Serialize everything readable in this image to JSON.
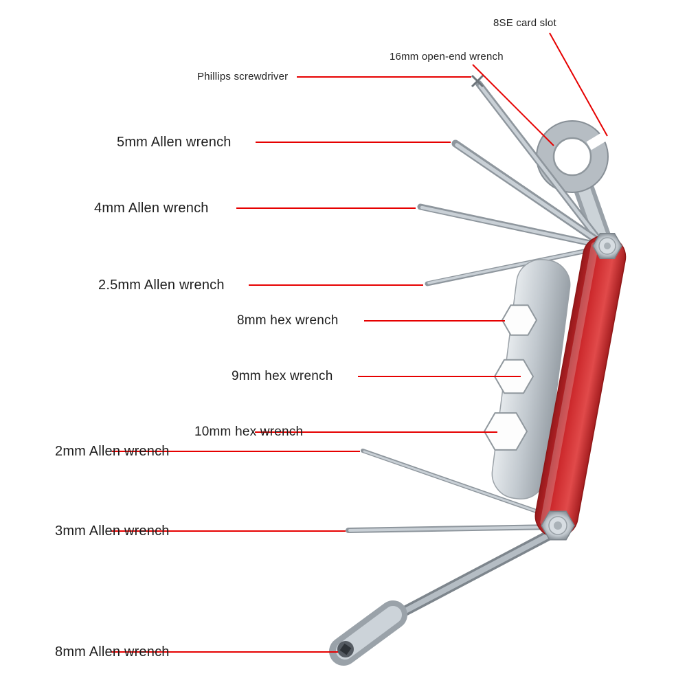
{
  "diagram": {
    "colors": {
      "leader_line": "#e60000",
      "label_text": "#1d1d1d",
      "handle_red": "#cd2a2d",
      "metal_gray": "#b7bec4",
      "background": "#ffffff"
    },
    "labels": [
      {
        "text": "8SE card slot"
      },
      {
        "text": "16mm open-end wrench"
      },
      {
        "text": "Phillips screwdriver"
      },
      {
        "text": "5mm Allen wrench"
      },
      {
        "text": "4mm Allen wrench"
      },
      {
        "text": "2.5mm Allen wrench"
      },
      {
        "text": "8mm hex wrench"
      },
      {
        "text": "9mm hex wrench"
      },
      {
        "text": "10mm hex wrench"
      },
      {
        "text": "2mm Allen wrench"
      },
      {
        "text": "3mm Allen wrench"
      },
      {
        "text": "8mm Allen wrench"
      }
    ]
  }
}
